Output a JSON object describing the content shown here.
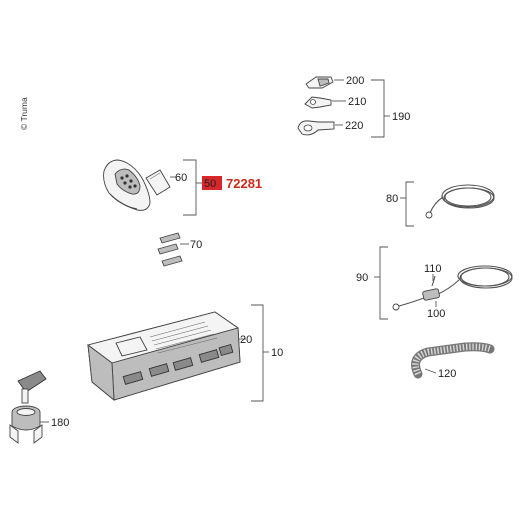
{
  "copyright": "© Truma",
  "highlight": {
    "position": "50",
    "part_number": "72281",
    "color": "#d8262a",
    "text_color": "#cc2a1a"
  },
  "callouts": {
    "c200": "200",
    "c210": "210",
    "c220": "220",
    "c190": "190",
    "c60": "60",
    "c70": "70",
    "c80": "80",
    "c90": "90",
    "c110": "110",
    "c100": "100",
    "c20": "20",
    "c10": "10",
    "c120": "120",
    "c180": "180"
  },
  "icons": {
    "remote": "remote-control-icon",
    "battery_cover": "battery-cover-icon",
    "pins": "contact-pins-icon",
    "terminal": "cable-lug-icon",
    "cable": "coiled-cable-icon",
    "control_unit": "control-unit-icon",
    "switch": "battery-switch-icon",
    "hose": "corrugated-hose-icon"
  }
}
